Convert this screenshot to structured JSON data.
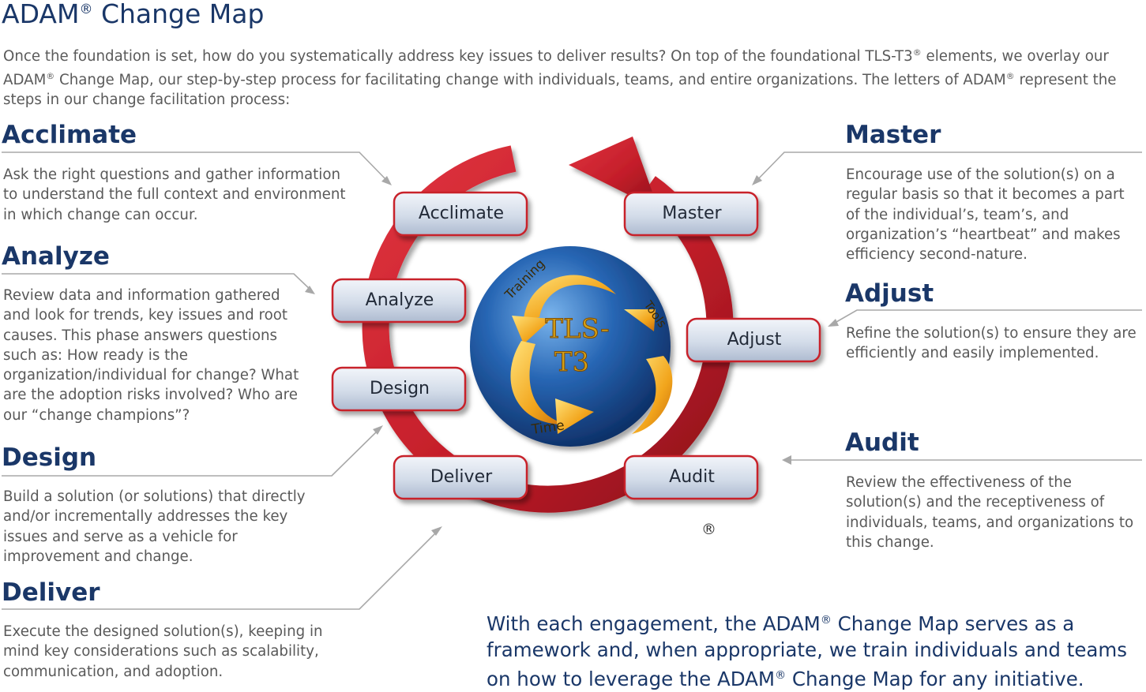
{
  "title": {
    "main": "ADAM",
    "reg": "®",
    "rest": " Change Map"
  },
  "intro": {
    "part1": "Once the foundation is set, how do you systematically address key issues to deliver results? On top of the foundational TLS-T3",
    "reg1": "®",
    "part2": " elements, we overlay our ADAM",
    "reg2": "®",
    "part3": " Change Map, our step-by-step process for facilitating change with individuals, teams, and entire organizations. The letters of ADAM",
    "reg3": "®",
    "part4": " represent the steps in our change facilitation process:"
  },
  "sections": {
    "acclimate": {
      "heading": "Acclimate",
      "body": "Ask the right questions and gather information to understand the full context and environment in which change can occur."
    },
    "analyze": {
      "heading": "Analyze",
      "body": "Review data and information gathered and look for trends, key issues and root causes.  This phase answers questions such as:  How ready is the organization/individual for change? What are the adoption risks involved? Who are our “change champions”?"
    },
    "design": {
      "heading": "Design",
      "body": "Build a solution (or solutions) that directly and/or incrementally addresses the key issues and serve as a vehicle for improvement and change."
    },
    "deliver": {
      "heading": "Deliver",
      "body": "Execute the designed solution(s), keeping in mind key considerations such as scalability, communication, and adoption."
    },
    "master": {
      "heading": "Master",
      "body": "Encourage use of the solution(s) on a regular basis so that it becomes a part of the individual’s, team’s, and organization’s “heartbeat” and makes efficiency second-nature."
    },
    "adjust": {
      "heading": "Adjust",
      "body": "Refine the solution(s) to ensure they are efficiently and easily implemented."
    },
    "audit": {
      "heading": "Audit",
      "body": "Review the effectiveness of the solution(s) and the receptiveness of individuals, teams, and organizations to this change."
    }
  },
  "pills": {
    "acclimate": "Acclimate",
    "analyze": "Analyze",
    "design": "Design",
    "deliver": "Deliver",
    "master": "Master",
    "adjust": "Adjust",
    "audit": "Audit"
  },
  "globe": {
    "line1": "TLS-",
    "line2": "T3",
    "training": "Training",
    "tools": "Tools",
    "time": "Time"
  },
  "registered_mark": "®",
  "closing": {
    "part1": "With each engagement, the ADAM",
    "reg1": "®",
    "part2": " Change Map serves as a framework and, when appropriate, we train individuals and teams on how to leverage the ADAM",
    "reg2": "®",
    "part3": " Change Map for any initiative."
  },
  "colors": {
    "navy": "#1a3768",
    "ring_red": "#c8202c",
    "ring_dark": "#8e141c",
    "globe_blue": "#1d5fae",
    "gold": "#f0a41c",
    "pill_fill": "#d6deea",
    "pill_border": "#c8202c"
  }
}
